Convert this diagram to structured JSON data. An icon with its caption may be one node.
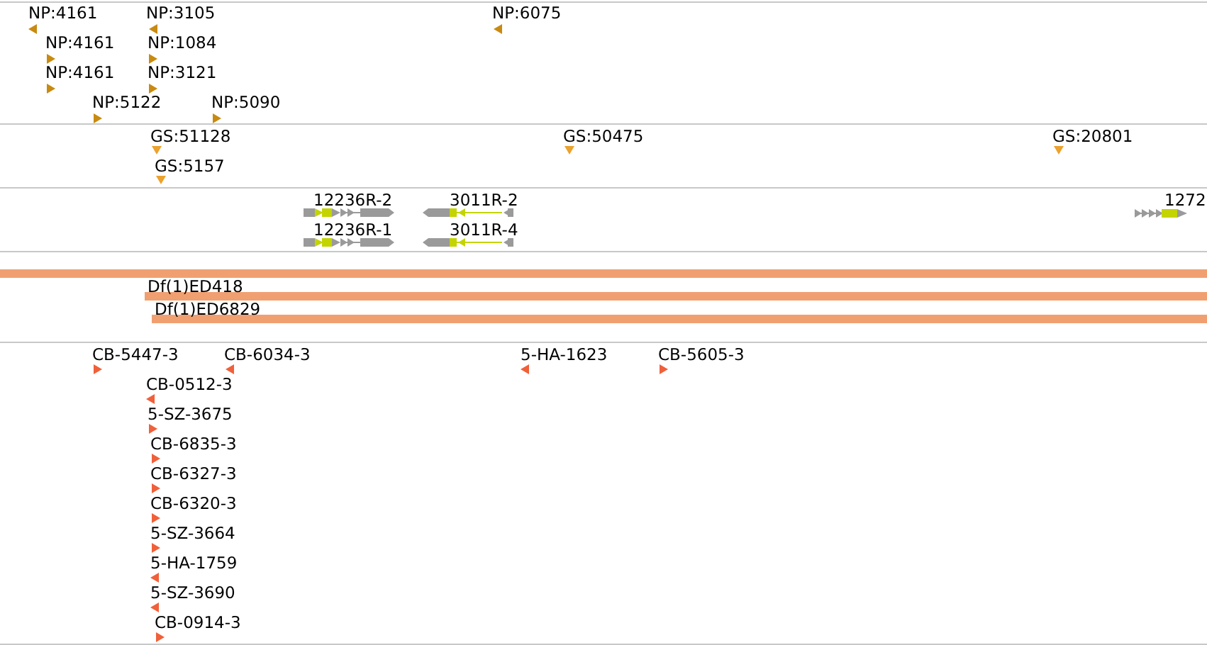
{
  "diagram": {
    "labels": [
      "NP:4161",
      "NP:3105",
      "NP:6075",
      "NP:4161",
      "NP:1084",
      "NP:4161",
      "NP:3121",
      "NP:5122",
      "NP:5090",
      "GS:51128",
      "GS:50475",
      "GS:20801",
      "GS:5157",
      "12236R-2",
      "3011R-2",
      "1272",
      "12236R-1",
      "3011R-4",
      "Df(1)ED418",
      "Df(1)ED6829",
      "CB-5447-3",
      "CB-6034-3",
      "5-HA-1623",
      "CB-5605-3",
      "CB-0512-3",
      "5-SZ-3675",
      "CB-6835-3",
      "CB-6327-3",
      "CB-6320-3",
      "5-SZ-3664",
      "5-HA-1759",
      "5-SZ-3690",
      "CB-0914-3"
    ]
  }
}
